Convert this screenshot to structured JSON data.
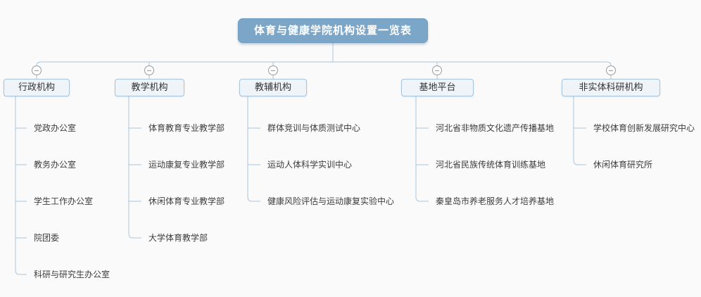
{
  "title": "体育与健康学院机构设置一览表",
  "tree": {
    "root": "体育与健康学院机构设置一览表",
    "branches": [
      {
        "label": "行政机构",
        "children": [
          "党政办公室",
          "教务办公室",
          "学生工作办公室",
          "院团委",
          "科研与研究生办公室"
        ]
      },
      {
        "label": "教学机构",
        "children": [
          "体育教育专业教学部",
          "运动康复专业教学部",
          "休闲体育专业教学部",
          "大学体育教学部"
        ]
      },
      {
        "label": "教辅机构",
        "children": [
          "群体竞训与体质测试中心",
          "运动人体科学实训中心",
          "健康风险评估与运动康复实验中心"
        ]
      },
      {
        "label": "基地平台",
        "children": [
          "河北省非物质文化遗产传播基地",
          "河北省民族传统体育训练基地",
          "秦皇岛市养老服务人才培养基地"
        ]
      },
      {
        "label": "非实体科研机构",
        "children": [
          "学校体育创新发展研究中心",
          "休闲体育研究所"
        ]
      }
    ]
  },
  "icons": {
    "collapse": "minus-circle"
  },
  "colors": {
    "background": "#fafafa",
    "root_fill": "#7ba6c8",
    "root_text": "#ffffff",
    "branch_fill": "#eff4f9",
    "branch_border": "#a6c4dc",
    "connector_line": "#a9c6de",
    "collapse_icon": "#9b9b9b",
    "leaf_text": "#3d3d3d"
  }
}
